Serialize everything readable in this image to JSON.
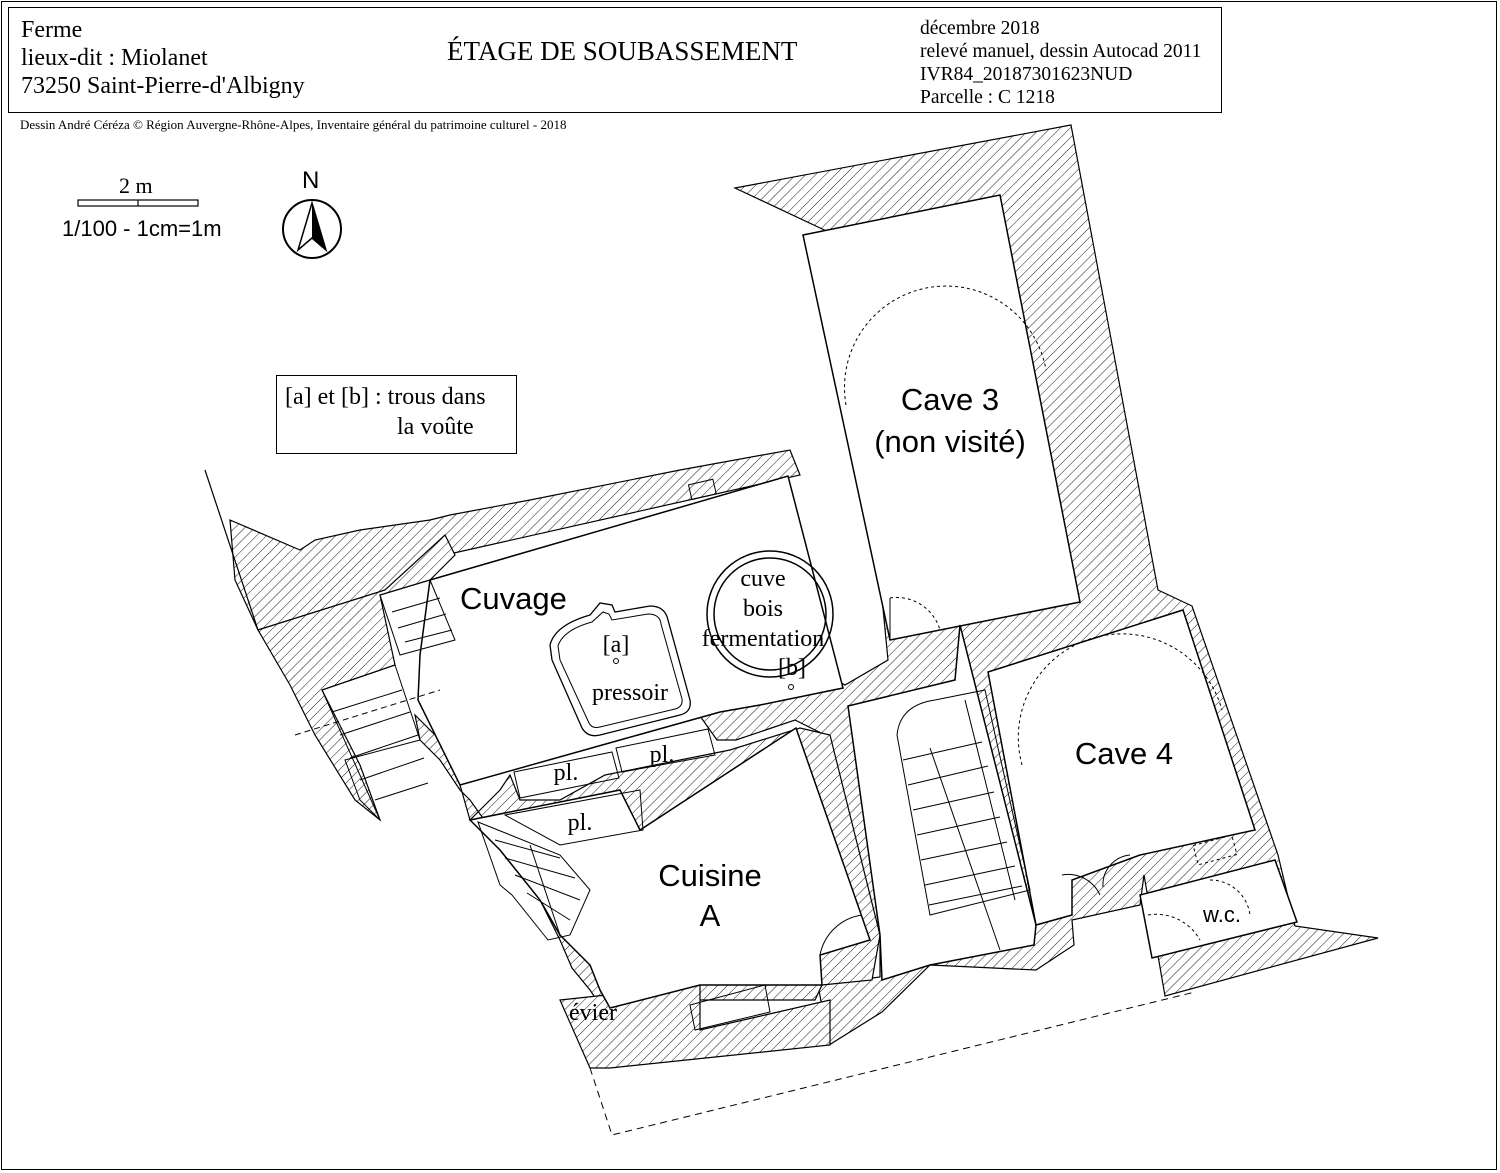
{
  "header": {
    "left_lines": [
      "Ferme",
      "lieux-dit : Miolanet",
      "73250 Saint-Pierre-d'Albigny"
    ],
    "title": "ÉTAGE DE SOUBASSEMENT",
    "right_lines": [
      "décembre 2018",
      "relevé manuel, dessin Autocad 2011",
      "IVR84_20187301623NUD",
      "Parcelle : C 1218"
    ]
  },
  "credit": "Dessin André Céréza © Région Auvergne-Rhône-Alpes, Inventaire général du patrimoine culturel - 2018",
  "scale": {
    "bar_label": "2 m",
    "ratio": "1/100 - 1cm=1m"
  },
  "north": {
    "label": "N",
    "icon": "north-arrow-icon"
  },
  "legend": {
    "line1": "[a] et [b] : trous dans",
    "line2": "la voûte"
  },
  "rooms": {
    "cuvage": "Cuvage",
    "cave3_line1": "Cave 3",
    "cave3_line2": "(non visité)",
    "cave4": "Cave 4",
    "cuisine_line1": "Cuisine",
    "cuisine_line2": "A",
    "wc": "w.c."
  },
  "fixtures": {
    "cuve_line1": "cuve",
    "cuve_line2": "bois",
    "cuve_line3": "fermentation",
    "hole_a": "[a]",
    "hole_b": "[b]",
    "pressoir": "pressoir",
    "placard1": "pl.",
    "placard2": "pl.",
    "placard3": "pl.",
    "evier": "évier"
  },
  "colors": {
    "ink": "#000000",
    "paper": "#ffffff"
  }
}
